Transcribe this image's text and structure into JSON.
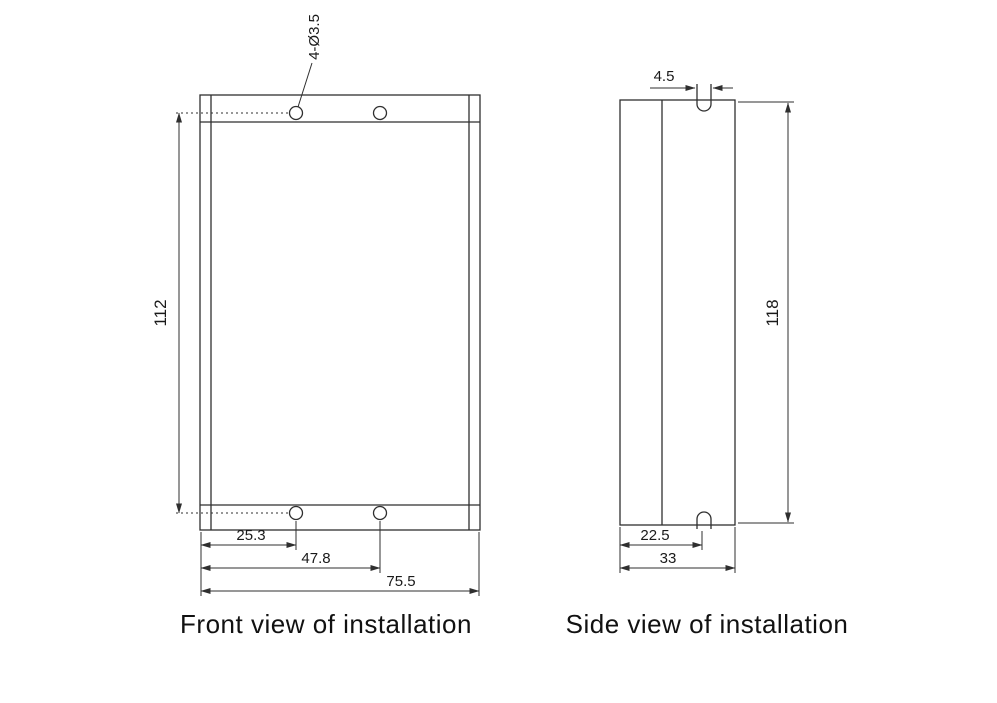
{
  "page": {
    "background": "#ffffff",
    "line_color": "#2f2f2f",
    "text_color": "#1a1a1a"
  },
  "front_view": {
    "caption": "Front view of installation",
    "hole_callout": "4-Ø3.5",
    "dim_hole_spacing_vertical": "112",
    "dim_left_edge_to_hole1": "25.3",
    "dim_left_edge_to_hole2": "47.8",
    "dim_overall_width": "75.5"
  },
  "side_view": {
    "caption": "Side view of installation",
    "dim_slot_width": "4.5",
    "dim_overall_height": "118",
    "dim_edge_to_slot": "22.5",
    "dim_overall_depth": "33"
  }
}
